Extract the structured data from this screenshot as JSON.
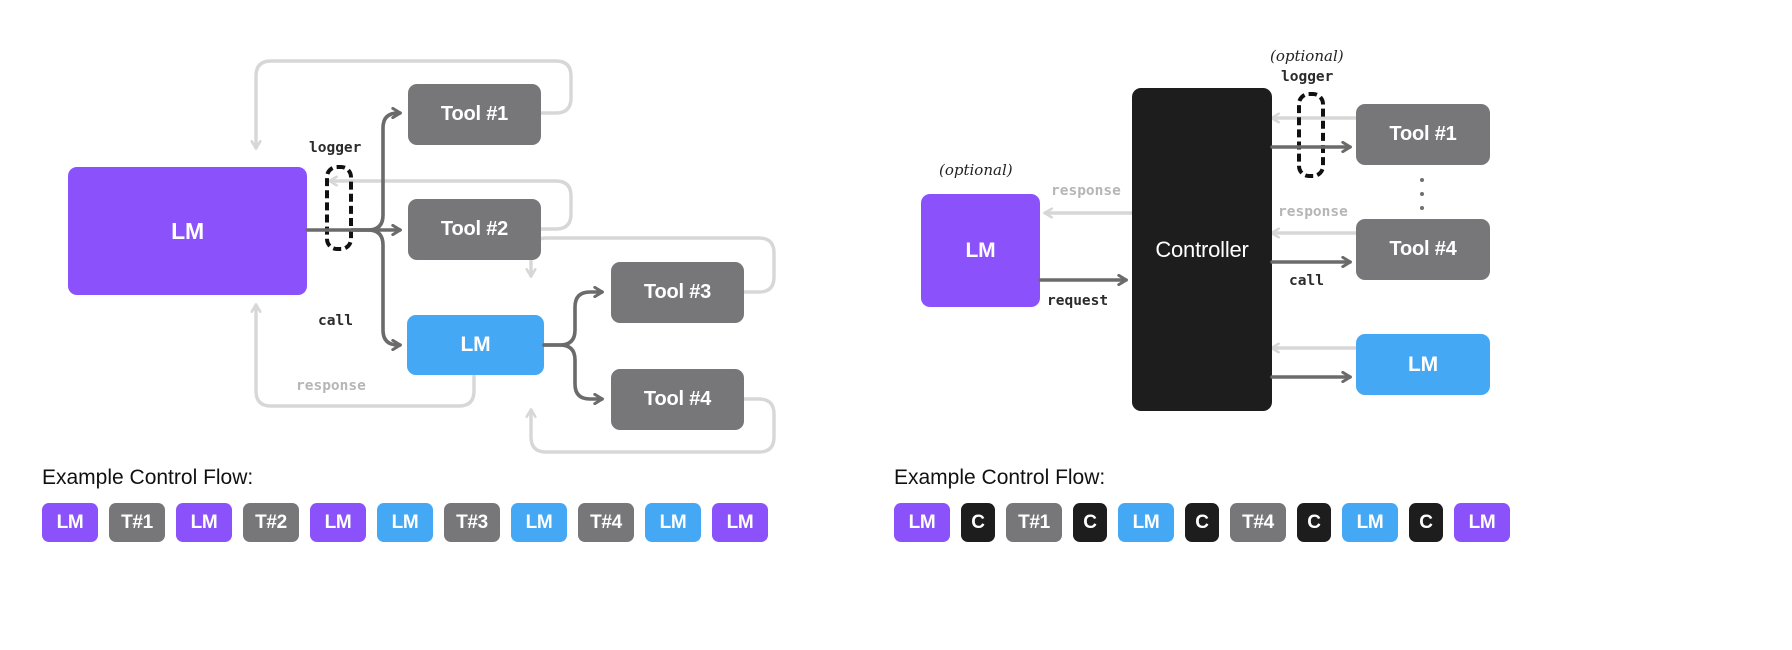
{
  "colors": {
    "purple": "#8b52fb",
    "blue": "#45a8f5",
    "gray": "#77777a",
    "black": "#1d1d1d",
    "arrow_dark": "#6b6b6b",
    "arrow_light": "#d7d7d7",
    "text_dark": "#2b2b2b",
    "text_faint": "#b6b6b6",
    "background": "#ffffff"
  },
  "left_panel": {
    "nodes": {
      "root_lm": "LM",
      "tool1": "Tool #1",
      "tool2": "Tool #2",
      "sub_lm": "LM",
      "tool3": "Tool #3",
      "tool4": "Tool #4"
    },
    "edge_labels": {
      "logger": "logger",
      "call": "call",
      "response": "response"
    },
    "flow": {
      "title": "Example Control Flow:",
      "steps": [
        {
          "label": "LM",
          "color": "purple",
          "width": "wide"
        },
        {
          "label": "T#1",
          "color": "gray",
          "width": "wide"
        },
        {
          "label": "LM",
          "color": "purple",
          "width": "wide"
        },
        {
          "label": "T#2",
          "color": "gray",
          "width": "wide"
        },
        {
          "label": "LM",
          "color": "purple",
          "width": "wide"
        },
        {
          "label": "LM",
          "color": "blue",
          "width": "wide"
        },
        {
          "label": "T#3",
          "color": "gray",
          "width": "wide"
        },
        {
          "label": "LM",
          "color": "blue",
          "width": "wide"
        },
        {
          "label": "T#4",
          "color": "gray",
          "width": "wide"
        },
        {
          "label": "LM",
          "color": "blue",
          "width": "wide"
        },
        {
          "label": "LM",
          "color": "purple",
          "width": "wide"
        }
      ]
    }
  },
  "right_panel": {
    "nodes": {
      "lm": "LM",
      "controller": "Controller",
      "tool1": "Tool #1",
      "tool4": "Tool #4",
      "sub_lm": "LM"
    },
    "edge_labels": {
      "optional_lm": "(optional)",
      "optional_logger": "(optional)",
      "logger": "logger",
      "request": "request",
      "response_lm": "response",
      "response_tool": "response",
      "call": "call"
    },
    "flow": {
      "title": "Example Control Flow:",
      "steps": [
        {
          "label": "LM",
          "color": "purple",
          "width": "wide"
        },
        {
          "label": "C",
          "color": "black",
          "width": "narrow"
        },
        {
          "label": "T#1",
          "color": "gray",
          "width": "wide"
        },
        {
          "label": "C",
          "color": "black",
          "width": "narrow"
        },
        {
          "label": "LM",
          "color": "blue",
          "width": "wide"
        },
        {
          "label": "C",
          "color": "black",
          "width": "narrow"
        },
        {
          "label": "T#4",
          "color": "gray",
          "width": "wide"
        },
        {
          "label": "C",
          "color": "black",
          "width": "narrow"
        },
        {
          "label": "LM",
          "color": "blue",
          "width": "wide"
        },
        {
          "label": "C",
          "color": "black",
          "width": "narrow"
        },
        {
          "label": "LM",
          "color": "purple",
          "width": "wide"
        }
      ]
    }
  }
}
